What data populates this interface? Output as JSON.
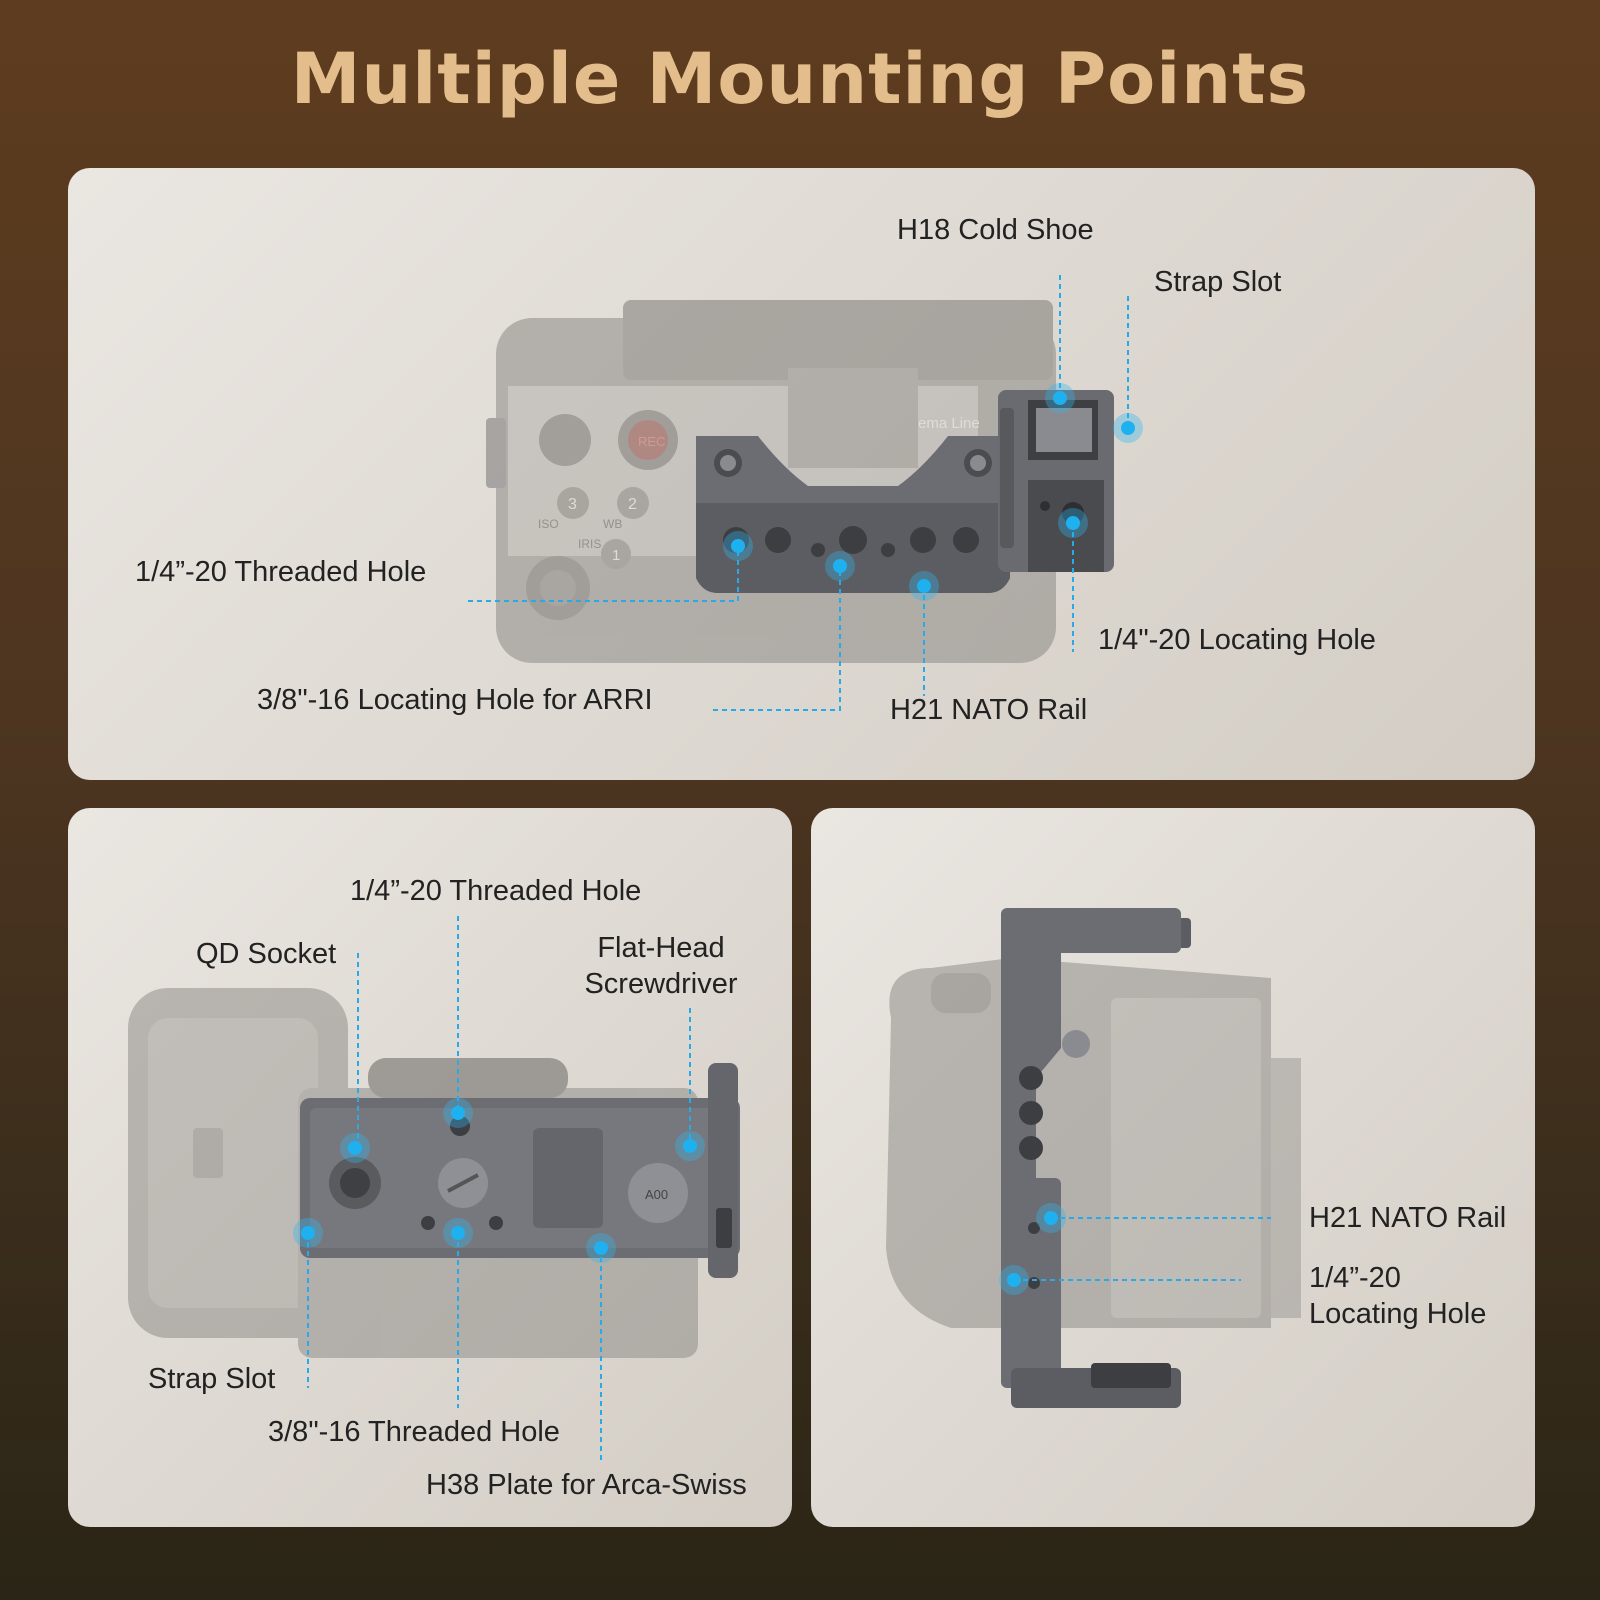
{
  "title": "Multiple Mounting Points",
  "colors": {
    "title": "#e4bd8c",
    "leader": "#29a9e6",
    "dot": "#1fb0f0",
    "panel": "#e2ddd7"
  },
  "top_view": {
    "labels": {
      "cold_shoe": "H18 Cold Shoe",
      "strap_slot": "Strap Slot",
      "threaded_hole": "1/4”-20 Threaded Hole",
      "locating_hole": "1/4\"-20 Locating Hole",
      "arri_hole": "3/8\"-16 Locating Hole for ARRI",
      "nato_rail": "H21 NATO Rail"
    },
    "camera_text": {
      "rec": "REC",
      "iso": "ISO",
      "wb": "WB",
      "iris": "IRIS",
      "b1": "1",
      "b2": "2",
      "b3": "3",
      "brand": "ema Line"
    }
  },
  "bottom_view": {
    "labels": {
      "threaded_hole": "1/4”-20 Threaded Hole",
      "qd_socket": "QD Socket",
      "screwdriver_1": "Flat-Head",
      "screwdriver_2": "Screwdriver",
      "strap_slot": "Strap Slot",
      "threaded_hole_38": "3/8\"-16 Threaded Hole",
      "arca_plate": "H38 Plate for Arca-Swiss"
    },
    "plate_text": "A00"
  },
  "side_view": {
    "labels": {
      "nato_rail": "H21 NATO Rail",
      "locating_hole_1": "1/4”-20",
      "locating_hole_2": "Locating Hole"
    }
  }
}
